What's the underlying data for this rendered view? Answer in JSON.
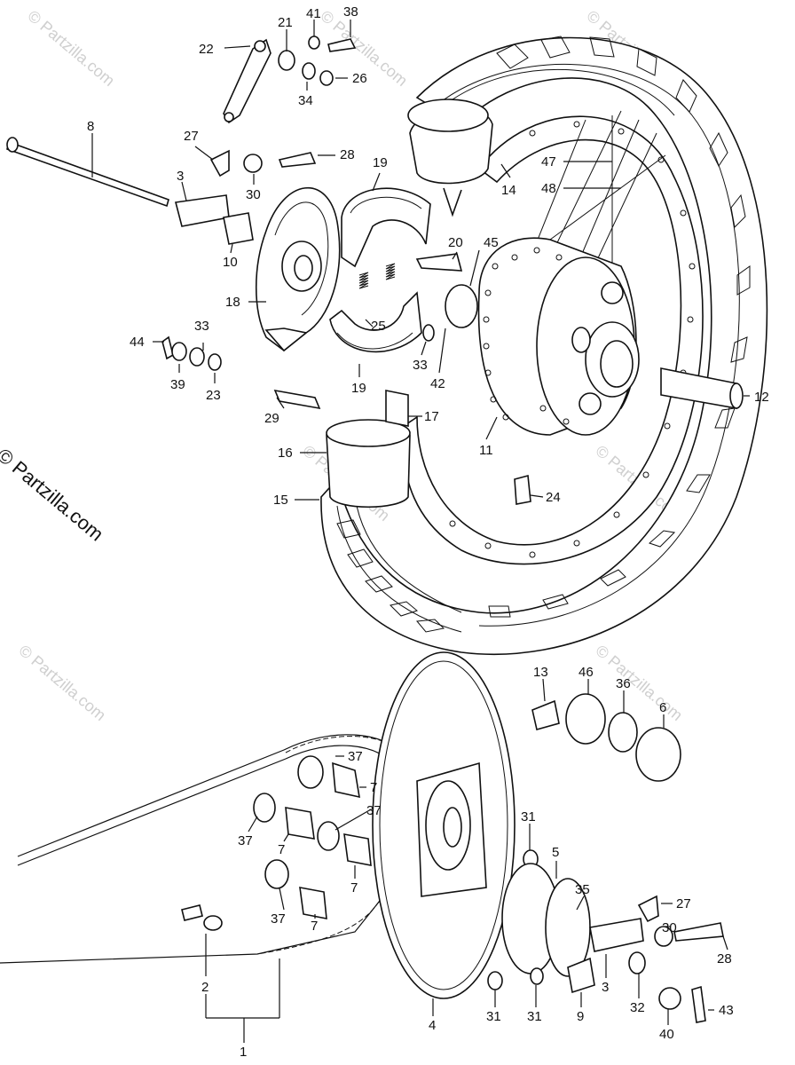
{
  "copyright": "© Partzilla.com",
  "watermark": "© Partzilla.com",
  "labels": {
    "l1": "1",
    "l2": "2",
    "l3a": "3",
    "l3b": "3",
    "l4": "4",
    "l5": "5",
    "l6": "6",
    "l7a": "7",
    "l7b": "7",
    "l7c": "7",
    "l7d": "7",
    "l8": "8",
    "l9": "9",
    "l10": "10",
    "l11": "11",
    "l12": "12",
    "l13": "13",
    "l14": "14",
    "l15": "15",
    "l16": "16",
    "l17": "17",
    "l18": "18",
    "l19a": "19",
    "l19b": "19",
    "l20": "20",
    "l21": "21",
    "l22": "22",
    "l23": "23",
    "l24": "24",
    "l25": "25",
    "l26": "26",
    "l27a": "27",
    "l27b": "27",
    "l28a": "28",
    "l28b": "28",
    "l29": "29",
    "l30a": "30",
    "l30b": "30",
    "l31a": "31",
    "l31b": "31",
    "l31c": "31",
    "l32": "32",
    "l33a": "33",
    "l33b": "33",
    "l34": "34",
    "l35": "35",
    "l36": "36",
    "l37a": "37",
    "l37b": "37",
    "l37c": "37",
    "l37d": "37",
    "l38": "38",
    "l39": "39",
    "l40": "40",
    "l41": "41",
    "l42": "42",
    "l43": "43",
    "l44": "44",
    "l45": "45",
    "l46": "46",
    "l47": "47",
    "l48": "48"
  }
}
